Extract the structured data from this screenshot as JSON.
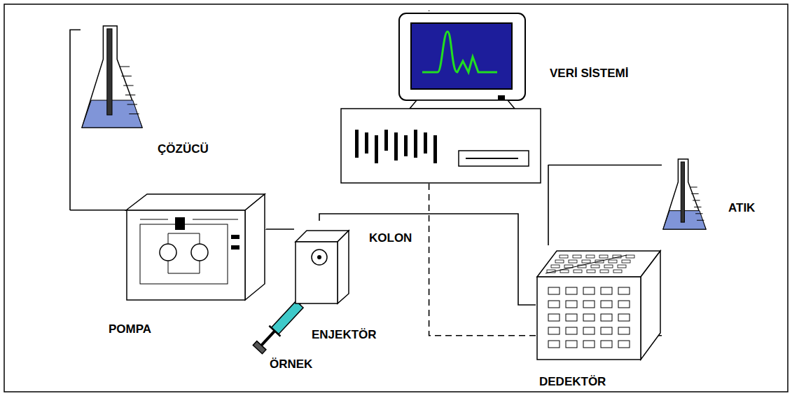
{
  "diagram": {
    "nodes": [
      {
        "text": [
          "ÇÖZÜCÜ"
        ]
      },
      {
        "text": [
          "POMPA"
        ]
      },
      {
        "text": [
          "ENJEKTÖR"
        ]
      },
      {
        "text": [
          "DEDEKTÖR"
        ]
      },
      {
        "text": [
          "ATIK"
        ]
      },
      {
        "text": [
          "VERİ SİSTEMİ"
        ]
      }
    ],
    "edges": [
      {
        "from": 0,
        "to": 1,
        "arrow": "none"
      },
      {
        "from": 1,
        "to": 2,
        "arrow": "none"
      },
      {
        "from": 2,
        "to": 3,
        "label": "KOLON",
        "arrow": "none"
      },
      {
        "from": 3,
        "to": 4,
        "arrow": "none"
      },
      {
        "from": 3,
        "to": 5,
        "arrow": "none"
      }
    ],
    "labels": [
      "ÖRNEK"
    ]
  }
}
